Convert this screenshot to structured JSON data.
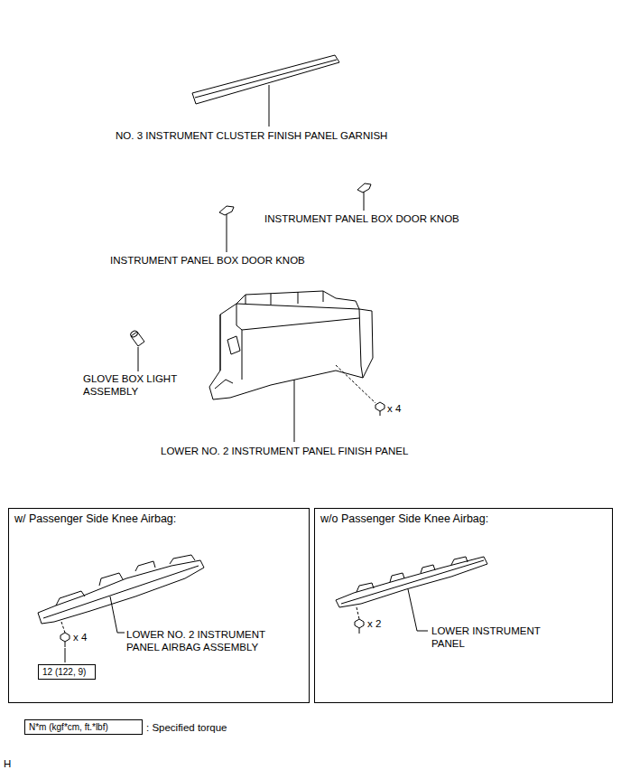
{
  "diagram": {
    "nodes": [
      {
        "text": [
          "w/ Passenger Side Knee Airbag:"
        ]
      },
      {
        "text": [
          "12 (122, 9)"
        ],
        "in": 0
      },
      {
        "text": [
          "w/o Passenger Side Knee Airbag:"
        ]
      },
      {
        "text": [
          "N*m (kgf*cm, ft.*lbf)",
          ": Specified torque"
        ]
      }
    ],
    "labels": [
      "NO. 3 INSTRUMENT CLUSTER FINISH PANEL GARNISH",
      "INSTRUMENT PANEL BOX DOOR KNOB",
      "INSTRUMENT PANEL BOX DOOR KNOB",
      "GLOVE BOX LIGHT ASSEMBLY",
      "x 4",
      "LOWER NO. 2 INSTRUMENT PANEL FINISH PANEL",
      "x 4",
      "LOWER NO. 2 INSTRUMENT PANEL AIRBAG ASSEMBLY",
      "x 2",
      "LOWER INSTRUMENT PANEL",
      "H"
    ]
  }
}
